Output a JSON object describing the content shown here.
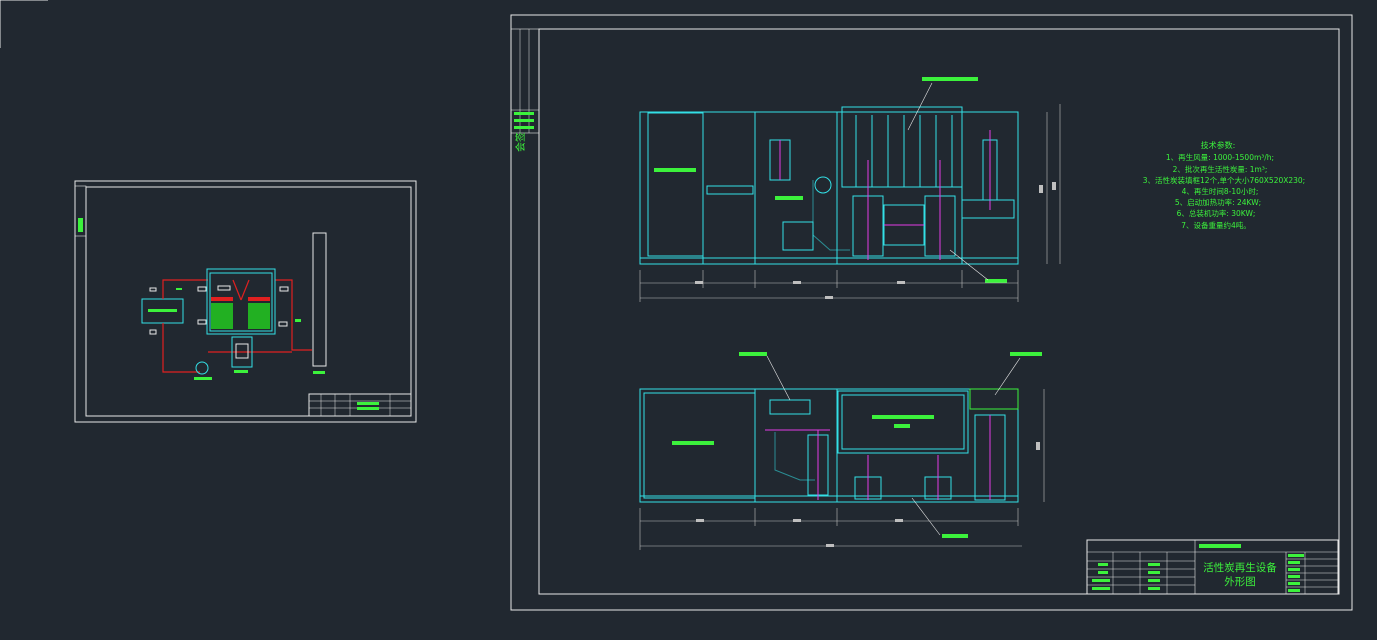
{
  "main_sheet": {
    "tech_params": {
      "title": "技术参数:",
      "lines": [
        "1、再生风量: 1000-1500m³/h;",
        "2、批次再生活性炭量: 1m³;",
        "3、活性炭装填框12个,单个大小760X520X230;",
        "4、再生时间8-10小时;",
        "5、启动加热功率: 24KW;",
        "6、总装机功率: 30KW;",
        "7、设备重量约4吨。"
      ]
    },
    "title_block": {
      "drawing_title_line1": "活性炭再生设备",
      "drawing_title_line2": "外形图"
    },
    "side_stamp": "会签"
  },
  "colors": {
    "background": "#212830",
    "cyan": "#33e0e6",
    "green": "#3cf23c",
    "white": "#e8e8e8",
    "red": "#e02020",
    "magenta": "#e23ce6"
  }
}
